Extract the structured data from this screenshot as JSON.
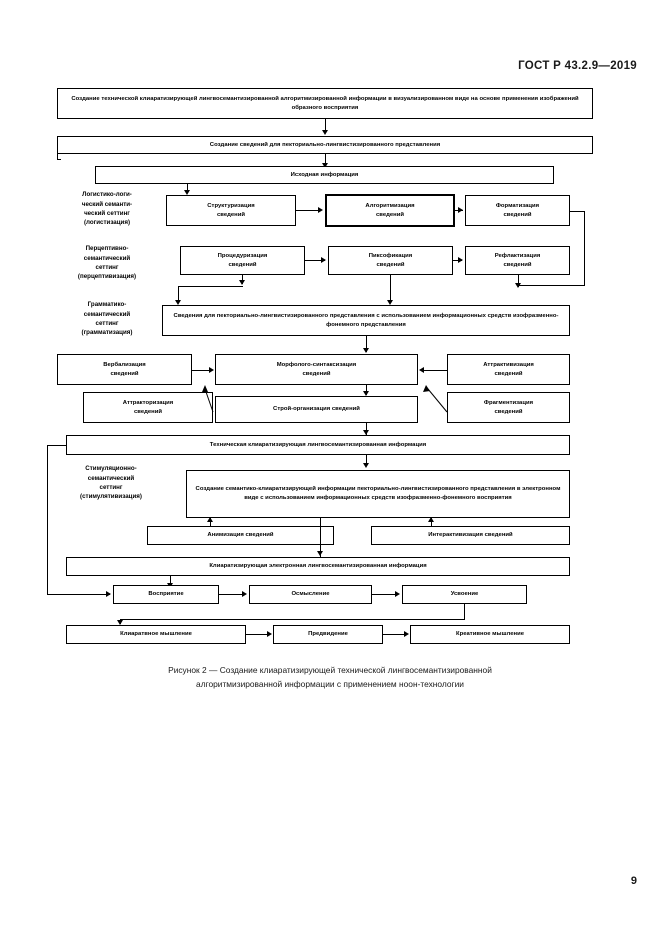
{
  "document": {
    "standard_header": "ГОСТ Р 43.2.9—2019",
    "page_number": "9"
  },
  "figure": {
    "caption_line1": "Рисунок 2 — Создание клиаратизирующей технической лингвосемантизированной",
    "caption_line2": "алгоритмизированной информации с применением ноон-технологии"
  },
  "settings": {
    "logistic": "Логистико-логи-\nческий семанти-\nческий  сеттинг\n(логистизация)",
    "perceptive": "Перцептивно-\nсемантический\nсеттинг\n(перцептивизация)",
    "grammatic": "Грамматико-\nсемантический\nсеттинг\n(грамматизация)",
    "stimulation": "Стимуляционно-\nсемантический\nсеттинг\n(стимулятивизация)"
  },
  "nodes": {
    "top_goal": "Создание технической клиаратизирующей лингвосемантизированной алгоритмизированной информации в визуализированном виде на основе применения изображений образного восприятия",
    "pectoral_creation": "Создание сведений для пекториально-лингвистизированного представления",
    "source_info": "Исходная информация",
    "structurization": "Структуризация\nсведений",
    "algorithmization": "Алгоритмизация\nсведений",
    "formatization": "Форматизация\nсведений",
    "procedurization": "Процедуризация\nсведений",
    "pixofication": "Пиксофикация\nсведений",
    "reflactization": "Рефлактизация\nсведений",
    "pectoral_data": "Сведения для пекториально-лингвистизированного представления с использованием информационных средств изофразменно-фонемного представления",
    "verbalization": "Вербализация\nсведений",
    "morpho_syntaxization": "Морфолого-синтаксизация\nсведений",
    "attractivization": "Аттрактивизация\nсведений",
    "attractorization": "Аттракторизация\nсведений",
    "stroy_organization": "Строй-организация сведений",
    "fragmentization": "Фрагментизация\nсведений",
    "technical_info": "Техническая  клиаратизирующая лингвосемантизированная информация",
    "semantic_creation": "Создание семантико-клиаратизирующей информации пекториально-лингвистизированного представления в  электронном виде с использованием информационных средств изофразменно-фонемного восприятия",
    "animization": "Анимизация сведений",
    "interactivization": "Интерактивизация сведений",
    "electronic_info": "Клиаратизирующая электронная лингвосемантизированная информация",
    "perception": "Восприятие",
    "comprehension": "Осмысление",
    "assimilation": "Усвоение",
    "cliaretive_thinking": "Клиаратвное мышление",
    "foresight": "Предвидение",
    "creative_thinking": "Креативное мышление"
  }
}
